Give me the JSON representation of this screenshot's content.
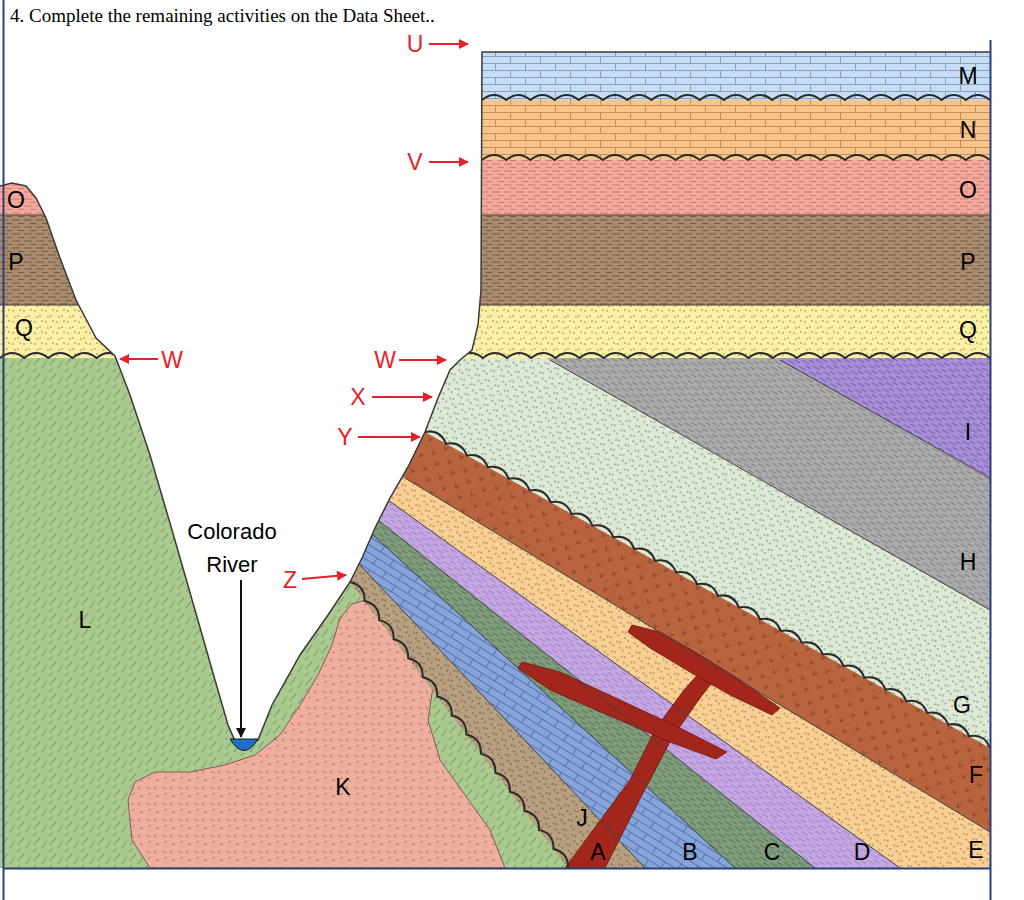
{
  "diagram": {
    "title": "4. Complete the remaining activities on the Data Sheet..",
    "labels": [
      "M",
      "N",
      "O",
      "P",
      "Q",
      "I",
      "H",
      "G",
      "F",
      "E",
      "D",
      "C",
      "B",
      "A",
      "J",
      "K",
      "L",
      "O",
      "P",
      "Q",
      "U",
      "V",
      "W",
      "W",
      "X",
      "Y",
      "Z",
      "Colorado River"
    ]
  }
}
